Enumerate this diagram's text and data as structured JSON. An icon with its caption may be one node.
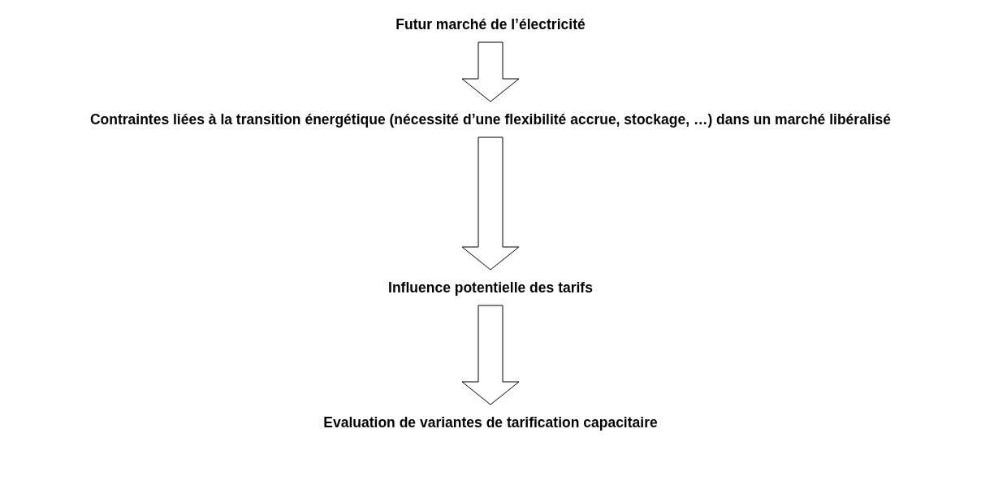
{
  "diagram": {
    "nodes": [
      {
        "text": [
          "Futur marché de l’électricité"
        ]
      },
      {
        "text": [
          "Contraintes liées à la transition énergétique (nécessité d’une flexibilité accrue, stockage, …) dans un marché libéralisé"
        ]
      },
      {
        "text": [
          "Influence potentielle des tarifs"
        ]
      },
      {
        "text": [
          "Evaluation de variantes de tarification capacitaire"
        ]
      }
    ],
    "edges": [
      {
        "from": 0,
        "to": 1,
        "arrow": "to"
      },
      {
        "from": 1,
        "to": 2,
        "arrow": "to"
      },
      {
        "from": 2,
        "to": 3,
        "arrow": "to"
      }
    ]
  }
}
